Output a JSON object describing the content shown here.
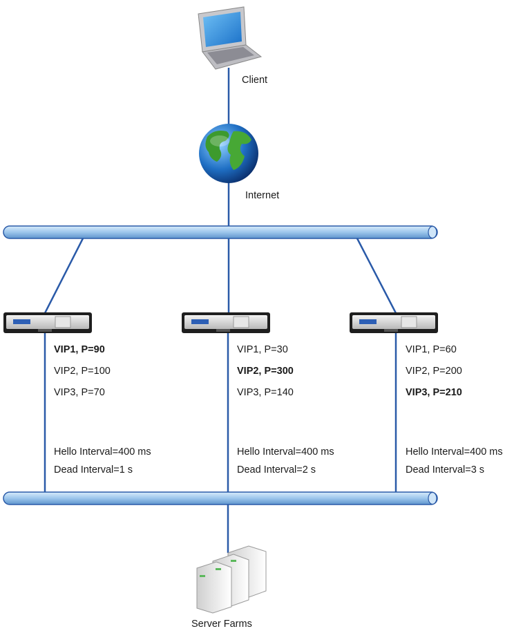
{
  "labels": {
    "client": "Client",
    "internet": "Internet",
    "server_farms": "Server Farms"
  },
  "appliances": [
    {
      "vips": [
        "VIP1, P=90",
        "VIP2, P=100",
        "VIP3, P=70"
      ],
      "active_vip_index": 0,
      "hello_interval": "Hello Interval=400 ms",
      "dead_interval": "Dead Interval=1 s"
    },
    {
      "vips": [
        "VIP1, P=30",
        "VIP2, P=300",
        "VIP3, P=140"
      ],
      "active_vip_index": 1,
      "hello_interval": "Hello Interval=400 ms",
      "dead_interval": "Dead Interval=2 s"
    },
    {
      "vips": [
        "VIP1, P=60",
        "VIP2, P=200",
        "VIP3, P=210"
      ],
      "active_vip_index": 2,
      "hello_interval": "Hello Interval=400 ms",
      "dead_interval": "Dead Interval=3 s"
    }
  ],
  "colors": {
    "link": "#2a5aa8",
    "bus": "#a8cdee",
    "bus_border": "#2a5aa8"
  }
}
